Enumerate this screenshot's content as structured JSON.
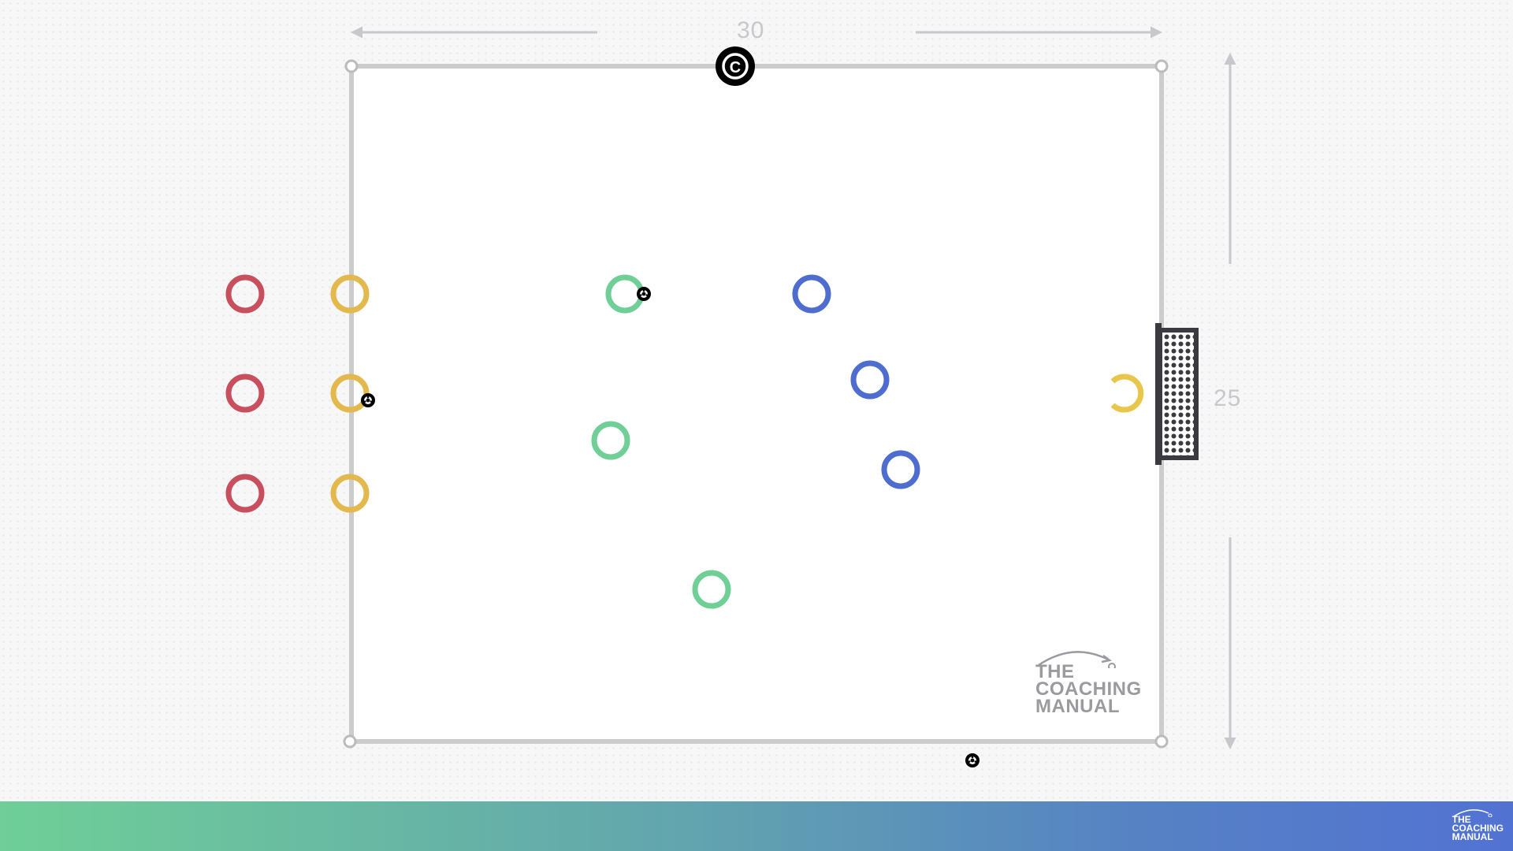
{
  "diagram": {
    "dimensions": {
      "width": "30",
      "height": "25"
    },
    "coach_label": "C",
    "logo": {
      "line1": "THE",
      "line2": "COACHING",
      "line3": "MANUAL"
    },
    "colors": {
      "pitch_line": "#cccccc",
      "red_team": "#c8505e",
      "yellow_team": "#e3b84d",
      "green_team": "#6fcf97",
      "blue_team": "#4f6ccf",
      "goalkeeper": "#e8c64a",
      "coach": "#000000",
      "goal": "#3a3a40"
    },
    "players": [
      {
        "team": "red",
        "icon": "player-ring"
      },
      {
        "team": "red",
        "icon": "player-ring"
      },
      {
        "team": "red",
        "icon": "player-ring"
      },
      {
        "team": "yellow",
        "icon": "player-ring"
      },
      {
        "team": "yellow",
        "icon": "player-ring-with-ball"
      },
      {
        "team": "yellow",
        "icon": "player-ring"
      },
      {
        "team": "green",
        "icon": "player-ring-with-ball"
      },
      {
        "team": "green",
        "icon": "player-ring"
      },
      {
        "team": "green",
        "icon": "player-ring"
      },
      {
        "team": "blue",
        "icon": "player-ring"
      },
      {
        "team": "blue",
        "icon": "player-ring"
      },
      {
        "team": "blue",
        "icon": "player-ring"
      },
      {
        "team": "goalkeeper",
        "icon": "player-ring-open"
      }
    ],
    "balls": [
      {
        "icon": "soccer-ball-icon"
      }
    ]
  },
  "footer": {
    "logo": {
      "line1": "THE",
      "line2": "COACHING",
      "line3": "MANUAL"
    }
  }
}
